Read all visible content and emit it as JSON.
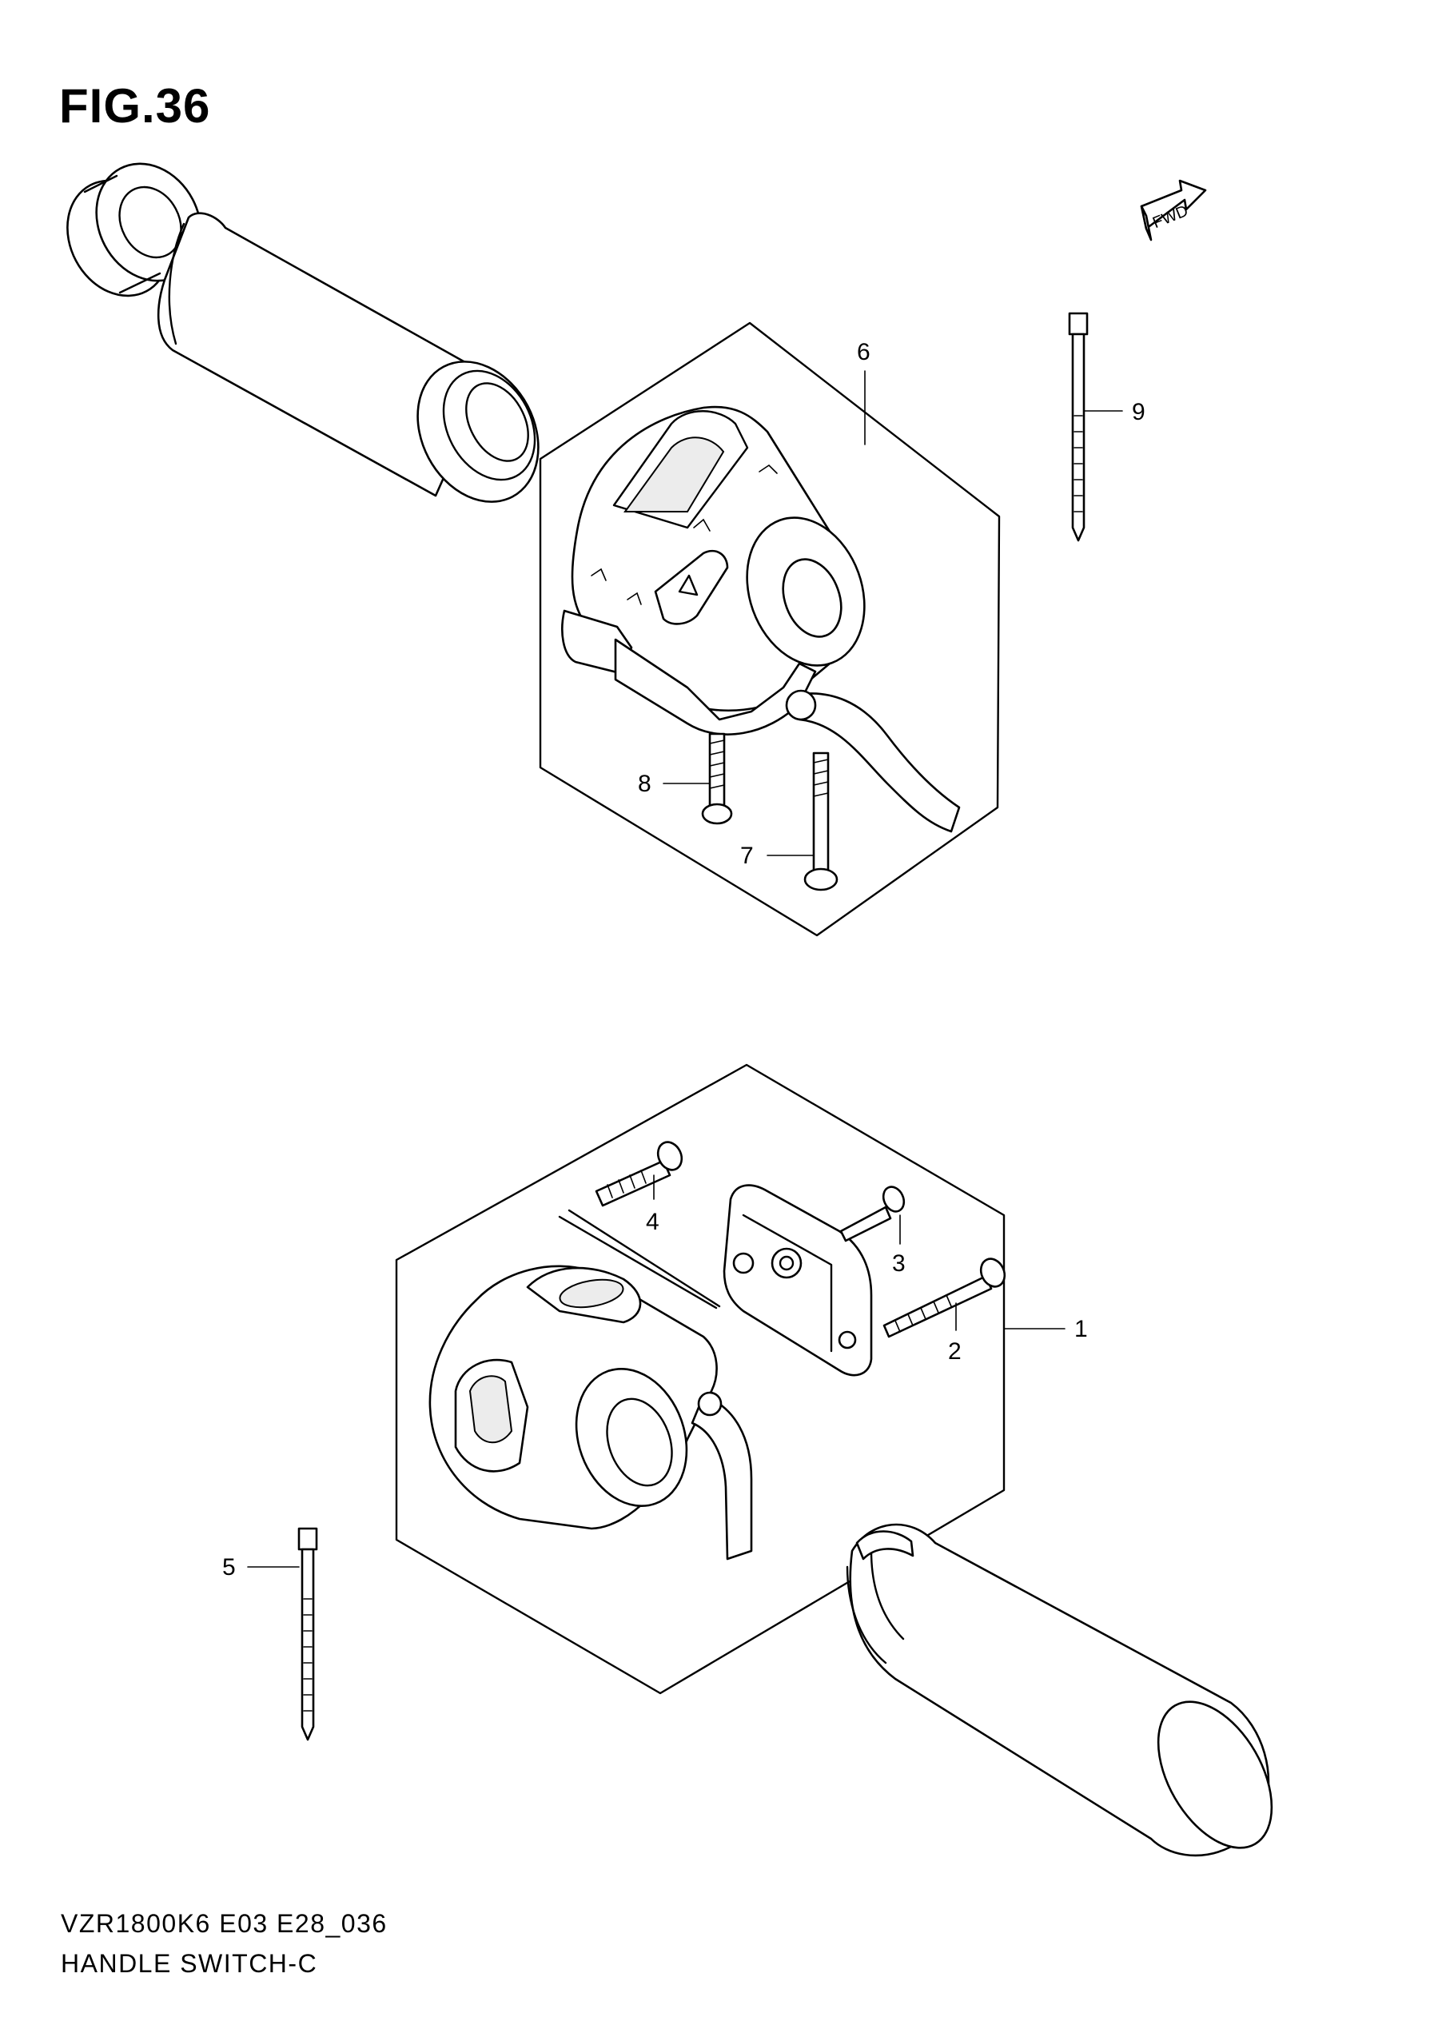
{
  "figure": {
    "title": "FIG.36",
    "fwd_label": "FWD"
  },
  "callouts": [
    {
      "id": "1",
      "label": "1"
    },
    {
      "id": "2",
      "label": "2"
    },
    {
      "id": "3",
      "label": "3"
    },
    {
      "id": "4",
      "label": "4"
    },
    {
      "id": "5",
      "label": "5"
    },
    {
      "id": "6",
      "label": "6"
    },
    {
      "id": "7",
      "label": "7"
    },
    {
      "id": "8",
      "label": "8"
    },
    {
      "id": "9",
      "label": "9"
    }
  ],
  "footer": {
    "model_code": "VZR1800K6 E03 E28_036",
    "diagram_name": "HANDLE SWITCH-C"
  }
}
